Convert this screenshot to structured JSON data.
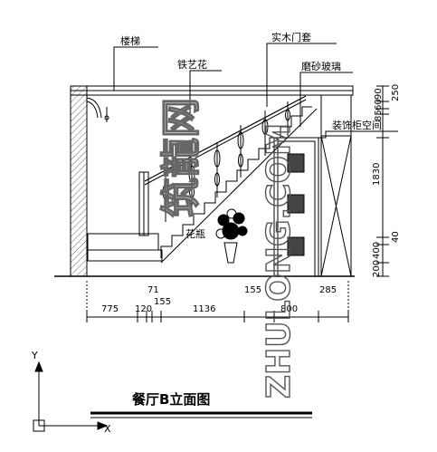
{
  "labels": {
    "stair": "楼梯",
    "iron_flower": "铁艺花",
    "wood_door_frame": "实木门套",
    "frosted_glass": "磨砂玻璃",
    "cabinet_space": "装饰柜空间",
    "small_label": "花瓶"
  },
  "title": "餐厅B立面图",
  "bottom_dimensions": [
    "775",
    "120",
    "71",
    "155",
    "1136",
    "155",
    "800",
    "285"
  ],
  "right_dimensions": [
    "250",
    "90",
    "60",
    "85",
    "1830",
    "40",
    "400",
    "200"
  ],
  "watermark": {
    "latin": "ZHULONG.COM",
    "cjk": "筑龍网"
  },
  "axis": {
    "x": "X",
    "y": "Y"
  }
}
